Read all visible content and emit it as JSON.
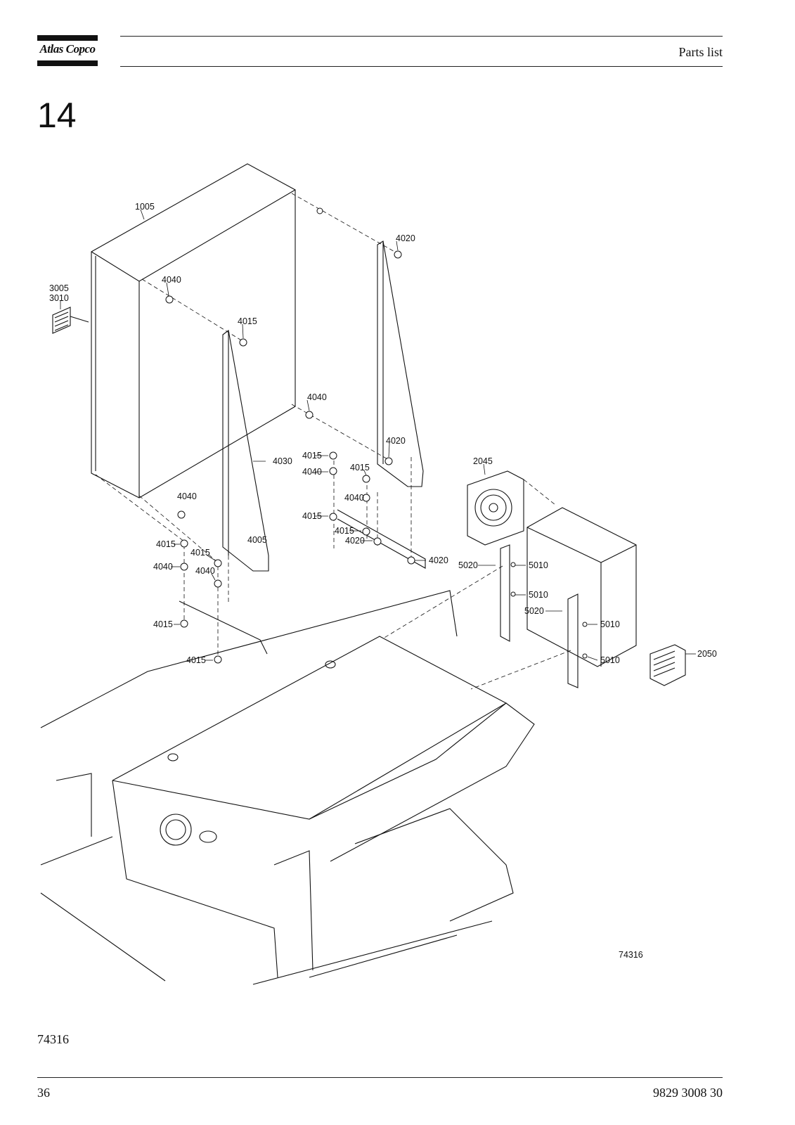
{
  "header": {
    "brand": "Atlas Copco",
    "title": "Parts list"
  },
  "section": {
    "number": "14"
  },
  "drawing": {
    "id": "74316",
    "callouts": {
      "c1005": "1005",
      "c3005": "3005",
      "c3010": "3010",
      "c4040a": "4040",
      "c4015a": "4015",
      "c4020a": "4020",
      "c4040b": "4040",
      "c4030": "4030",
      "c4020b": "4020",
      "c4015b": "4015",
      "c4040c": "4040",
      "c4015c": "4015",
      "c4040d": "4040",
      "c4015d": "4015",
      "c2045": "2045",
      "c4040e": "4040",
      "c4015e": "4015",
      "c4015f": "4015",
      "c4020c": "4020",
      "c4005": "4005",
      "c4015g": "4015",
      "c4040f": "4040",
      "c4040g": "4040",
      "c4020d": "4020",
      "c5020a": "5020",
      "c5010a": "5010",
      "c5010b": "5010",
      "c5020b": "5020",
      "c5010c": "5010",
      "c4015h": "4015",
      "c2050": "2050",
      "c4015i": "4015",
      "c5010d": "5010"
    }
  },
  "footer": {
    "figure_ref": "74316",
    "page_number": "36",
    "document_number": "9829 3008 30"
  }
}
